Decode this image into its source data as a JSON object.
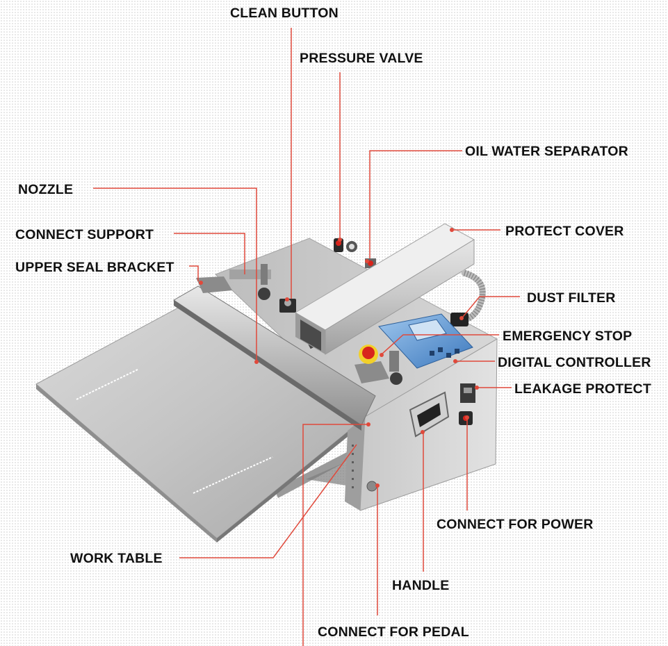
{
  "colors": {
    "leader_line": "#e0493b",
    "label_text": "#111111",
    "steel_light": "#dcdcdc",
    "steel_dark": "#8d8d8d",
    "controller_blue": "#4a86c8",
    "emergency_red": "#d8241c",
    "emergency_yellow": "#f2d02a"
  },
  "labels": {
    "clean_button": "CLEAN BUTTON",
    "pressure_valve": "PRESSURE VALVE",
    "oil_water_separator": "OIL WATER SEPARATOR",
    "nozzle": "NOZZLE",
    "protect_cover": "PROTECT COVER",
    "connect_support": "CONNECT SUPPORT",
    "upper_seal_bracket": "UPPER SEAL BRACKET",
    "dust_filter": "DUST FILTER",
    "emergency_stop": "EMERGENCY STOP",
    "digital_controller": "DIGITAL CONTROLLER",
    "leakage_protect": "LEAKAGE PROTECT",
    "connect_for_power": "CONNECT FOR POWER",
    "work_table": "WORK TABLE",
    "handle": "HANDLE",
    "connect_for_pedal": "CONNECT FOR PEDAL"
  },
  "image": {
    "subject": "vacuum-sealer-machine"
  }
}
